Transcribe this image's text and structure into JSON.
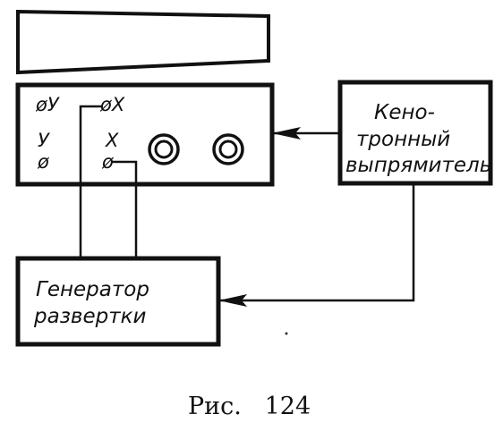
{
  "oscilloscope": {
    "terminal_y_top": "øУ",
    "terminal_x_top": "øX",
    "terminal_y_bottom_label": "У",
    "terminal_y_bottom_symbol": "ø",
    "terminal_x_bottom_label": "X",
    "terminal_x_bottom_symbol": "ø"
  },
  "rectifier": {
    "line1": "Кено-",
    "line2": "тронный",
    "line3": "выпрямитель"
  },
  "generator": {
    "line1": "Генератор",
    "line2": "развертки"
  },
  "caption": "Рис.   124"
}
